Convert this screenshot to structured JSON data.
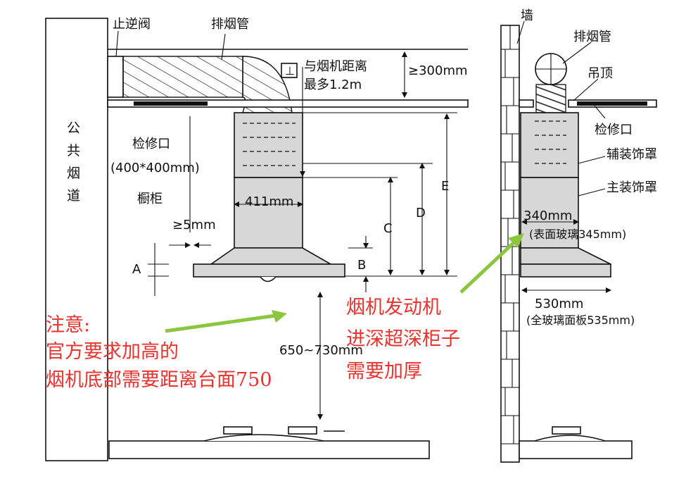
{
  "left": {
    "check_valve": "止逆阀",
    "exhaust_pipe": "排烟管",
    "hood_distance_line1": "与烟机距离",
    "hood_distance_line2": "最多1.2m",
    "ceiling_gap": "≥300mm",
    "public_flue": [
      "公",
      "共",
      "烟",
      "道"
    ],
    "access_port": "检修口",
    "access_port_size": "(400*400mm)",
    "cabinet": "橱柜",
    "gap_5mm": "≥5mm",
    "width_411": "411mm",
    "dim_a": "A",
    "dim_b": "B",
    "dim_c": "C",
    "dim_d": "D",
    "dim_e": "E",
    "height_range": "650~730mm"
  },
  "right": {
    "wall": "墙",
    "exhaust_pipe": "排烟管",
    "ceiling": "吊顶",
    "access_port": "检修口",
    "aux_cover": "辅装饰罩",
    "main_cover": "主装饰罩",
    "width_340": "340mm",
    "width_345": "(表面玻璃345mm)",
    "width_530": "530mm",
    "width_535": "(全玻璃面板535mm)"
  },
  "notes": {
    "note1": [
      "注意:",
      "官方要求加高的",
      "烟机底部需要距离台面750"
    ],
    "note2": [
      "烟机发动机",
      "进深超深柜子",
      "需要加厚"
    ],
    "note_color": "#e8332e",
    "arrow_color": "#8cc63f"
  }
}
